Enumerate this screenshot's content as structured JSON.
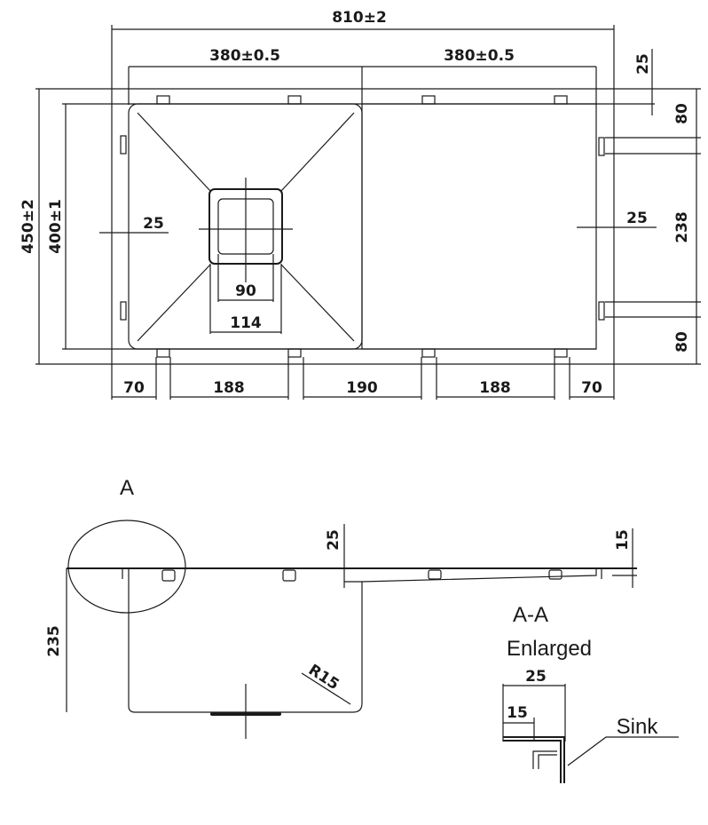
{
  "top_view": {
    "overall_width": "810±2",
    "bowl_width": "380±0.5",
    "drainboard_width": "380±0.5",
    "overall_depth": "450±2",
    "inner_depth": "400±1",
    "flange_left": "25",
    "flange_right": "25",
    "flange_top": "25",
    "drain_inner": "90",
    "drain_outer": "114",
    "clip_offset_top": "80",
    "clip_spacing_side": "238",
    "clip_offset_bottom": "80",
    "clip_spacing_bottom": [
      "70",
      "188",
      "190",
      "188",
      "70"
    ]
  },
  "side_view": {
    "detail_marker": "A",
    "bowl_depth": "235",
    "step_height": "25",
    "edge_height": "15",
    "corner_radius": "R15"
  },
  "detail": {
    "title": "A-A",
    "subtitle": "Enlarged",
    "width_total": "25",
    "width_inner": "15",
    "label": "Sink"
  }
}
